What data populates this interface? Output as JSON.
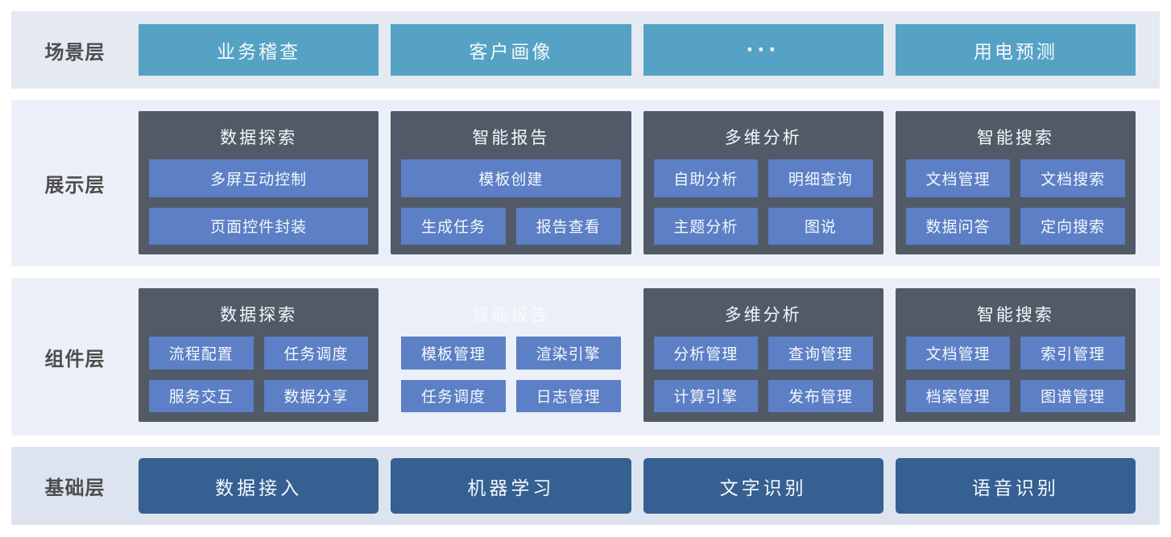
{
  "colors": {
    "band1_bg": "#e4e9f2",
    "band23_bg": "#ebf0f8",
    "band4_bg": "#dde4f0",
    "scenario_box": "#55a2c4",
    "group_box": "#515a66",
    "button": "#5c7fc5",
    "foundation_box": "#356091",
    "label_text": "#4d4d4d",
    "box_text": "#f4f8fb",
    "ghost_title": "#f8fafc"
  },
  "layers": [
    {
      "label": "场景层",
      "boxes": [
        "业务稽查",
        "客户画像",
        "···",
        "用电预测"
      ]
    },
    {
      "label": "展示层",
      "groups": [
        {
          "title": "数据探索",
          "rows": [
            [
              "多屏互动控制"
            ],
            [
              "页面控件封装"
            ]
          ]
        },
        {
          "title": "智能报告",
          "rows": [
            [
              "模板创建"
            ],
            [
              "生成任务",
              "报告查看"
            ]
          ]
        },
        {
          "title": "多维分析",
          "rows": [
            [
              "自助分析",
              "明细查询"
            ],
            [
              "主题分析",
              "图说"
            ]
          ]
        },
        {
          "title": "智能搜索",
          "rows": [
            [
              "文档管理",
              "文档搜索"
            ],
            [
              "数据问答",
              "定向搜索"
            ]
          ]
        }
      ]
    },
    {
      "label": "组件层",
      "groups": [
        {
          "title": "数据探索",
          "ghost": false,
          "rows": [
            [
              "流程配置",
              "任务调度"
            ],
            [
              "服务交互",
              "数据分享"
            ]
          ]
        },
        {
          "title": "智能报告",
          "ghost": true,
          "rows": [
            [
              "模板管理",
              "渲染引擎"
            ],
            [
              "任务调度",
              "日志管理"
            ]
          ]
        },
        {
          "title": "多维分析",
          "ghost": false,
          "rows": [
            [
              "分析管理",
              "查询管理"
            ],
            [
              "计算引擎",
              "发布管理"
            ]
          ]
        },
        {
          "title": "智能搜索",
          "ghost": false,
          "rows": [
            [
              "文档管理",
              "索引管理"
            ],
            [
              "档案管理",
              "图谱管理"
            ]
          ]
        }
      ]
    },
    {
      "label": "基础层",
      "boxes": [
        "数据接入",
        "机器学习",
        "文字识别",
        "语音识别"
      ]
    }
  ]
}
